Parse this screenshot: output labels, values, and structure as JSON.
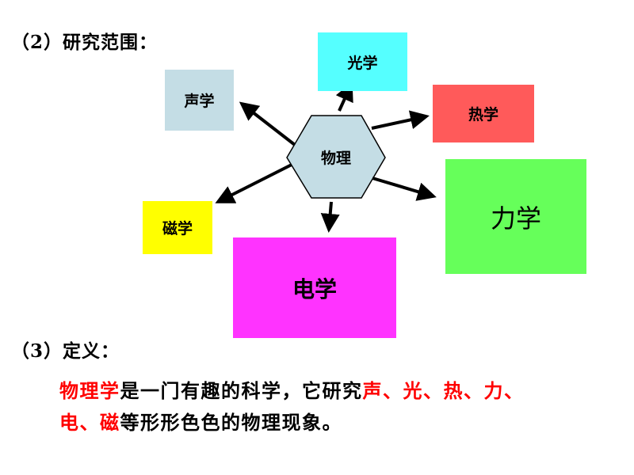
{
  "headings": {
    "scope": "（2）研究范围：",
    "definition": "（3）定义："
  },
  "diagram": {
    "center_label": "物理",
    "center_color": "#c4dde5",
    "nodes": [
      {
        "id": "guang",
        "label": "光学",
        "color": "#55ffff"
      },
      {
        "id": "sheng",
        "label": "声学",
        "color": "#c4dde5"
      },
      {
        "id": "re",
        "label": "热学",
        "color": "#ff5a5a"
      },
      {
        "id": "li",
        "label": "力学",
        "color": "#66ff5a"
      },
      {
        "id": "ci",
        "label": "磁学",
        "color": "#ffff00"
      },
      {
        "id": "dian",
        "label": "电学",
        "color": "#ff33ff"
      }
    ]
  },
  "definition": {
    "line1": [
      {
        "text": "物理学",
        "color": "#ff0000"
      },
      {
        "text": "是一门有趣的科学，它研究",
        "color": "#000000"
      },
      {
        "text": "声、光、热、力、",
        "color": "#ff0000"
      }
    ],
    "line2": [
      {
        "text": "电、磁",
        "color": "#ff0000"
      },
      {
        "text": "等形形色色的物理现象。",
        "color": "#000000"
      }
    ]
  }
}
